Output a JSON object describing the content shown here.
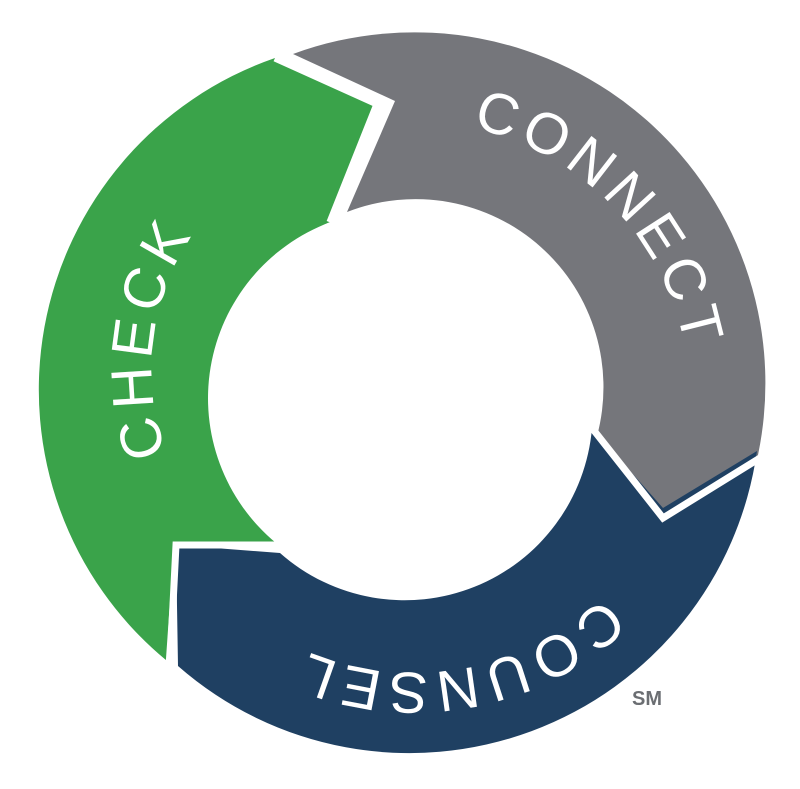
{
  "diagram": {
    "segments": [
      {
        "id": "check",
        "label": "CHECK",
        "color": "#3aa34a"
      },
      {
        "id": "connect",
        "label": "CONNECT",
        "color": "#75767b"
      },
      {
        "id": "counsel",
        "label": "COUNSEL",
        "color": "#1f4062"
      }
    ],
    "service_mark": "SM",
    "background": "#ffffff"
  }
}
